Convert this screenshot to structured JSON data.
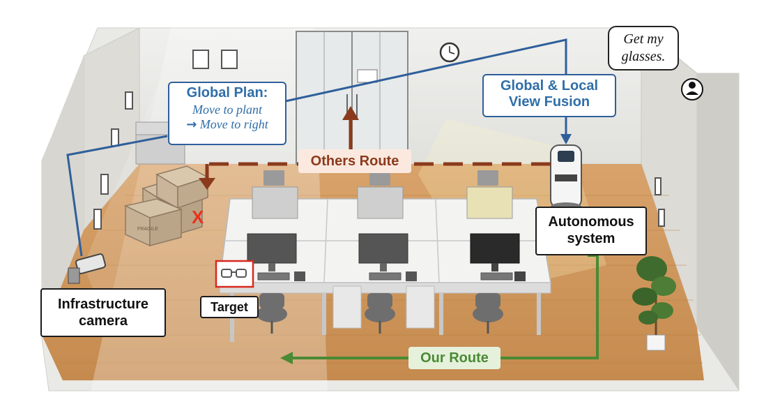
{
  "global_plan": {
    "title": "Global Plan:",
    "step1": "Move to plant",
    "arrow": "→",
    "step2": "Move to right"
  },
  "fusion": {
    "line1": "Global & Local",
    "line2": "View Fusion"
  },
  "others_route": "Others Route",
  "our_route": "Our Route",
  "speech": {
    "line1": "Get my",
    "line2": "glasses."
  },
  "autonomous": {
    "line1": "Autonomous",
    "line2": "system"
  },
  "camera": {
    "line1": "Infrastructure",
    "line2": "camera"
  },
  "target": "Target",
  "fail_mark": "X",
  "boxes_label": "FRAGILE",
  "colors": {
    "plan_blue": "#2f5f9a",
    "others_brown": "#8b3a1c",
    "our_green": "#4a8a34",
    "fail_red": "#e8321e",
    "target_red": "#d8281e"
  },
  "icons": [
    "user-icon",
    "glasses-icon",
    "camera-icon",
    "robot-icon",
    "plant-icon",
    "clock-icon"
  ]
}
